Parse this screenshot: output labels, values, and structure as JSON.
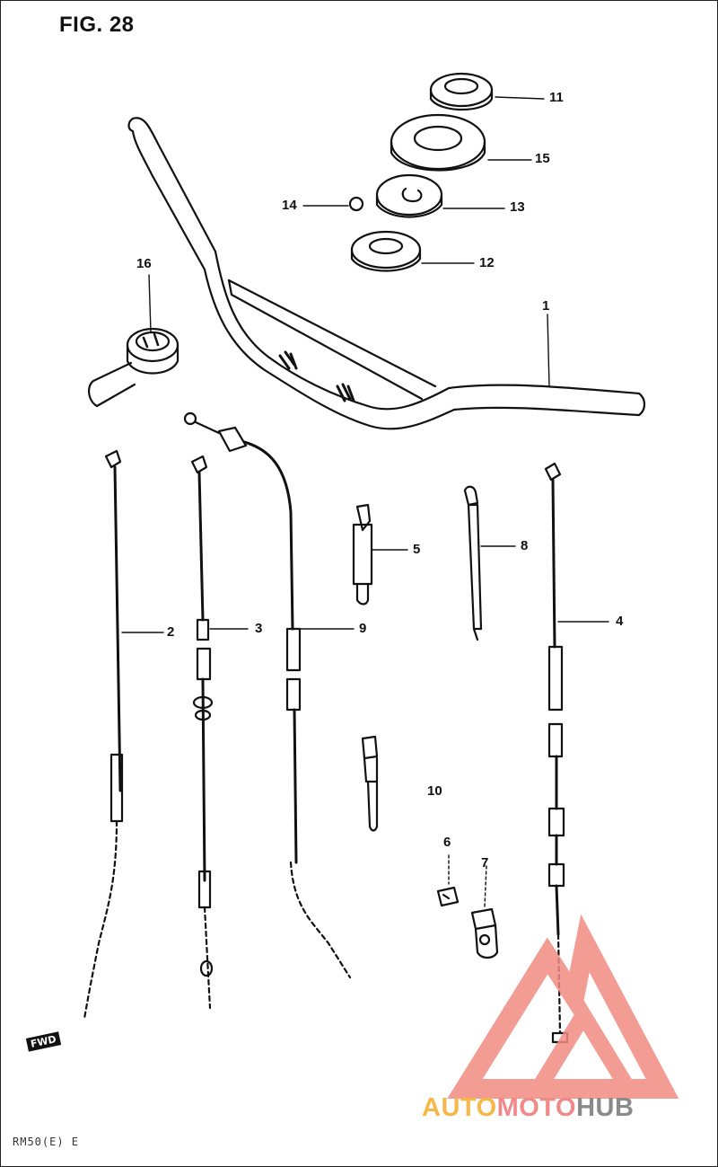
{
  "figure": {
    "title": "FIG. 28",
    "forward_marker": "FWD",
    "footer_code": "RM50(E) E"
  },
  "callouts": {
    "c1": "1",
    "c2": "2",
    "c3": "3",
    "c4": "4",
    "c5": "5",
    "c6": "6",
    "c7": "7",
    "c8": "8",
    "c9": "9",
    "c10": "10",
    "c11": "11",
    "c12": "12",
    "c13": "13",
    "c14": "14",
    "c15": "15",
    "c16": "16"
  },
  "watermark": {
    "part_a": "AUTO",
    "part_b": "MOTO",
    "part_c": "HUB",
    "colors": {
      "auto": "#f5b84a",
      "moto": "#f08a8a",
      "hub": "#8a8a8a",
      "logo": "#f28b82"
    }
  }
}
